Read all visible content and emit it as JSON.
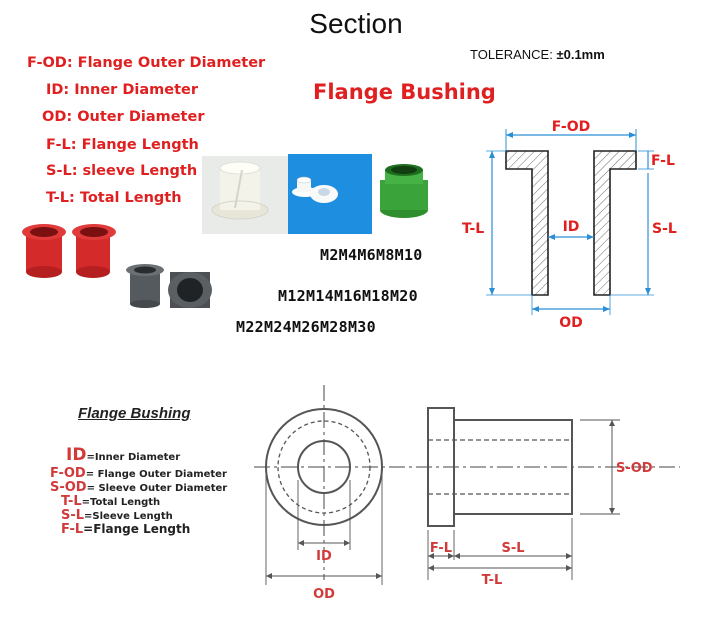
{
  "header": {
    "title": "Section",
    "tolerance_label": "TOLERANCE:",
    "tolerance_value": "±0.1mm",
    "product_title": "Flange Bushing"
  },
  "definitions": [
    {
      "abbr": "F-OD",
      "text": "F-OD:  Flange Outer Diameter"
    },
    {
      "abbr": "ID",
      "text": "ID:  Inner Diameter"
    },
    {
      "abbr": "OD",
      "text": "OD:  Outer Diameter"
    },
    {
      "abbr": "F-L",
      "text": "F-L:  Flange Length"
    },
    {
      "abbr": "S-L",
      "text": "S-L: sleeve Length"
    },
    {
      "abbr": "T-L",
      "text": "T-L: Total Length"
    }
  ],
  "sizes": {
    "row1": "M2M4M6M8M10",
    "row2": "M12M14M16M18M20",
    "row3": "M22M24M26M28M30"
  },
  "section_diagram": {
    "f_od": "F-OD",
    "f_l": "F-L",
    "t_l": "T-L",
    "s_l": "S-L",
    "id": "ID",
    "od": "OD"
  },
  "lower_legend": {
    "title": "Flange Bushing",
    "items": [
      {
        "abbr": "ID",
        "desc": "=Inner Diameter"
      },
      {
        "abbr": "F-OD",
        "desc": "= Flange Outer Diameter"
      },
      {
        "abbr": "S-OD",
        "desc": "= Sleeve Outer Diameter"
      },
      {
        "abbr": "T-L",
        "desc": "=Total Length"
      },
      {
        "abbr": "S-L",
        "desc": "=Sleeve Length"
      },
      {
        "abbr": "F-L",
        "desc": "=Flange Length"
      }
    ]
  },
  "lower_diagram": {
    "id": "ID",
    "od": "OD",
    "s_od": "S-OD",
    "f_l": "F-L",
    "s_l": "S-L",
    "t_l": "T-L"
  },
  "colors": {
    "accent_red": "#e02020",
    "bushing_white": "#f2f2ea",
    "bushing_blue_bg": "#1e8fe0",
    "bushing_red": "#d42a2a",
    "bushing_green": "#3aa33a",
    "bushing_grey": "#555a5f"
  }
}
